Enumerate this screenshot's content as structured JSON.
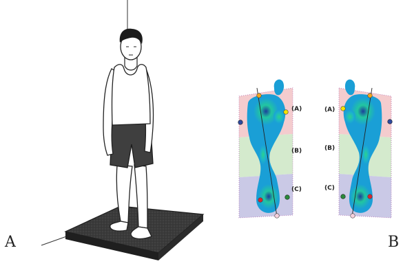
{
  "panels": {
    "left_label": "A",
    "right_label": "B"
  },
  "zones": {
    "left_foot": [
      "(A)",
      "(B)",
      "(C)"
    ],
    "right_foot": [
      "(A)",
      "(B)",
      "(C)"
    ]
  },
  "colors": {
    "zone_a": "#f3c6c9",
    "zone_b": "#cfe8c8",
    "zone_c": "#c4c3e3",
    "pressure_low": "#1a9fd6",
    "pressure_mid": "#2ac79a",
    "pressure_high": "#1d4fa8",
    "marker_yellow": "#f4e400",
    "marker_orange": "#f3a51d",
    "marker_red": "#d8262e",
    "marker_green": "#2a8a3a",
    "marker_blue": "#2e4aa0",
    "platform": "#3c3c3c"
  }
}
